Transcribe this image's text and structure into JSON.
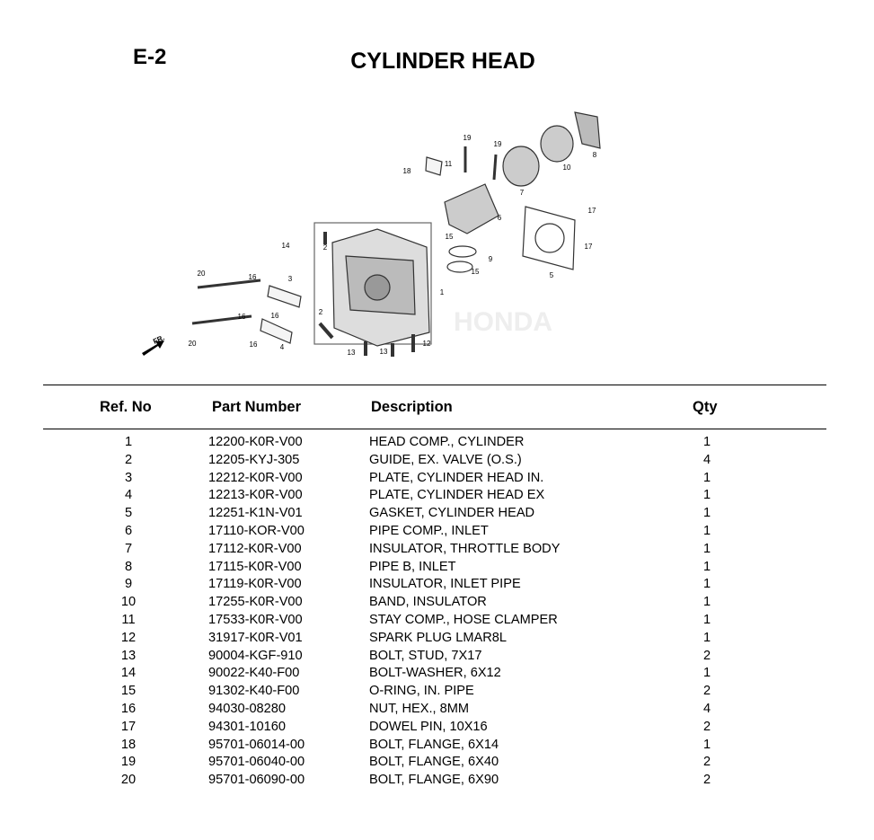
{
  "header": {
    "section_code": "E-2",
    "title": "CYLINDER HEAD"
  },
  "diagram": {
    "callouts": [
      "19",
      "19",
      "18",
      "11",
      "10",
      "8",
      "7",
      "6",
      "17",
      "17",
      "15",
      "9",
      "15",
      "5",
      "14",
      "2",
      "1",
      "20",
      "16",
      "3",
      "16",
      "16",
      "2",
      "20",
      "16",
      "4",
      "13",
      "13",
      "12"
    ],
    "direction_label": "FR.",
    "watermark": "HONDA"
  },
  "table": {
    "columns": {
      "ref": "Ref. No",
      "part": "Part Number",
      "desc": "Description",
      "qty": "Qty"
    },
    "rows": [
      {
        "ref": "1",
        "part": "12200-K0R-V00",
        "desc": "HEAD COMP., CYLINDER",
        "qty": "1"
      },
      {
        "ref": "2",
        "part": "12205-KYJ-305",
        "desc": "GUIDE, EX. VALVE (O.S.)",
        "qty": "4"
      },
      {
        "ref": "3",
        "part": "12212-K0R-V00",
        "desc": "PLATE, CYLINDER HEAD IN.",
        "qty": "1"
      },
      {
        "ref": "4",
        "part": "12213-K0R-V00",
        "desc": "PLATE, CYLINDER HEAD EX",
        "qty": "1"
      },
      {
        "ref": "5",
        "part": "12251-K1N-V01",
        "desc": "GASKET, CYLINDER HEAD",
        "qty": "1"
      },
      {
        "ref": "6",
        "part": "17110-KOR-V00",
        "desc": "PIPE COMP., INLET",
        "qty": "1"
      },
      {
        "ref": "7",
        "part": "17112-K0R-V00",
        "desc": "INSULATOR, THROTTLE BODY",
        "qty": "1"
      },
      {
        "ref": "8",
        "part": "17115-K0R-V00",
        "desc": "PIPE B, INLET",
        "qty": "1"
      },
      {
        "ref": "9",
        "part": "17119-K0R-V00",
        "desc": "INSULATOR, INLET PIPE",
        "qty": "1"
      },
      {
        "ref": "10",
        "part": "17255-K0R-V00",
        "desc": "BAND, INSULATOR",
        "qty": "1"
      },
      {
        "ref": "11",
        "part": "17533-K0R-V00",
        "desc": "STAY COMP., HOSE CLAMPER",
        "qty": "1"
      },
      {
        "ref": "12",
        "part": "31917-K0R-V01",
        "desc": "SPARK PLUG LMAR8L",
        "qty": "1"
      },
      {
        "ref": "13",
        "part": "90004-KGF-910",
        "desc": "BOLT, STUD, 7X17",
        "qty": "2"
      },
      {
        "ref": "14",
        "part": "90022-K40-F00",
        "desc": "BOLT-WASHER, 6X12",
        "qty": "1"
      },
      {
        "ref": "15",
        "part": "91302-K40-F00",
        "desc": "O-RING, IN. PIPE",
        "qty": "2"
      },
      {
        "ref": "16",
        "part": "94030-08280",
        "desc": "NUT, HEX., 8MM",
        "qty": "4"
      },
      {
        "ref": "17",
        "part": "94301-10160",
        "desc": "DOWEL PIN, 10X16",
        "qty": "2"
      },
      {
        "ref": "18",
        "part": "95701-06014-00",
        "desc": "BOLT, FLANGE, 6X14",
        "qty": "1"
      },
      {
        "ref": "19",
        "part": "95701-06040-00",
        "desc": "BOLT, FLANGE, 6X40",
        "qty": "2"
      },
      {
        "ref": "20",
        "part": "95701-06090-00",
        "desc": "BOLT, FLANGE, 6X90",
        "qty": "2"
      }
    ]
  }
}
